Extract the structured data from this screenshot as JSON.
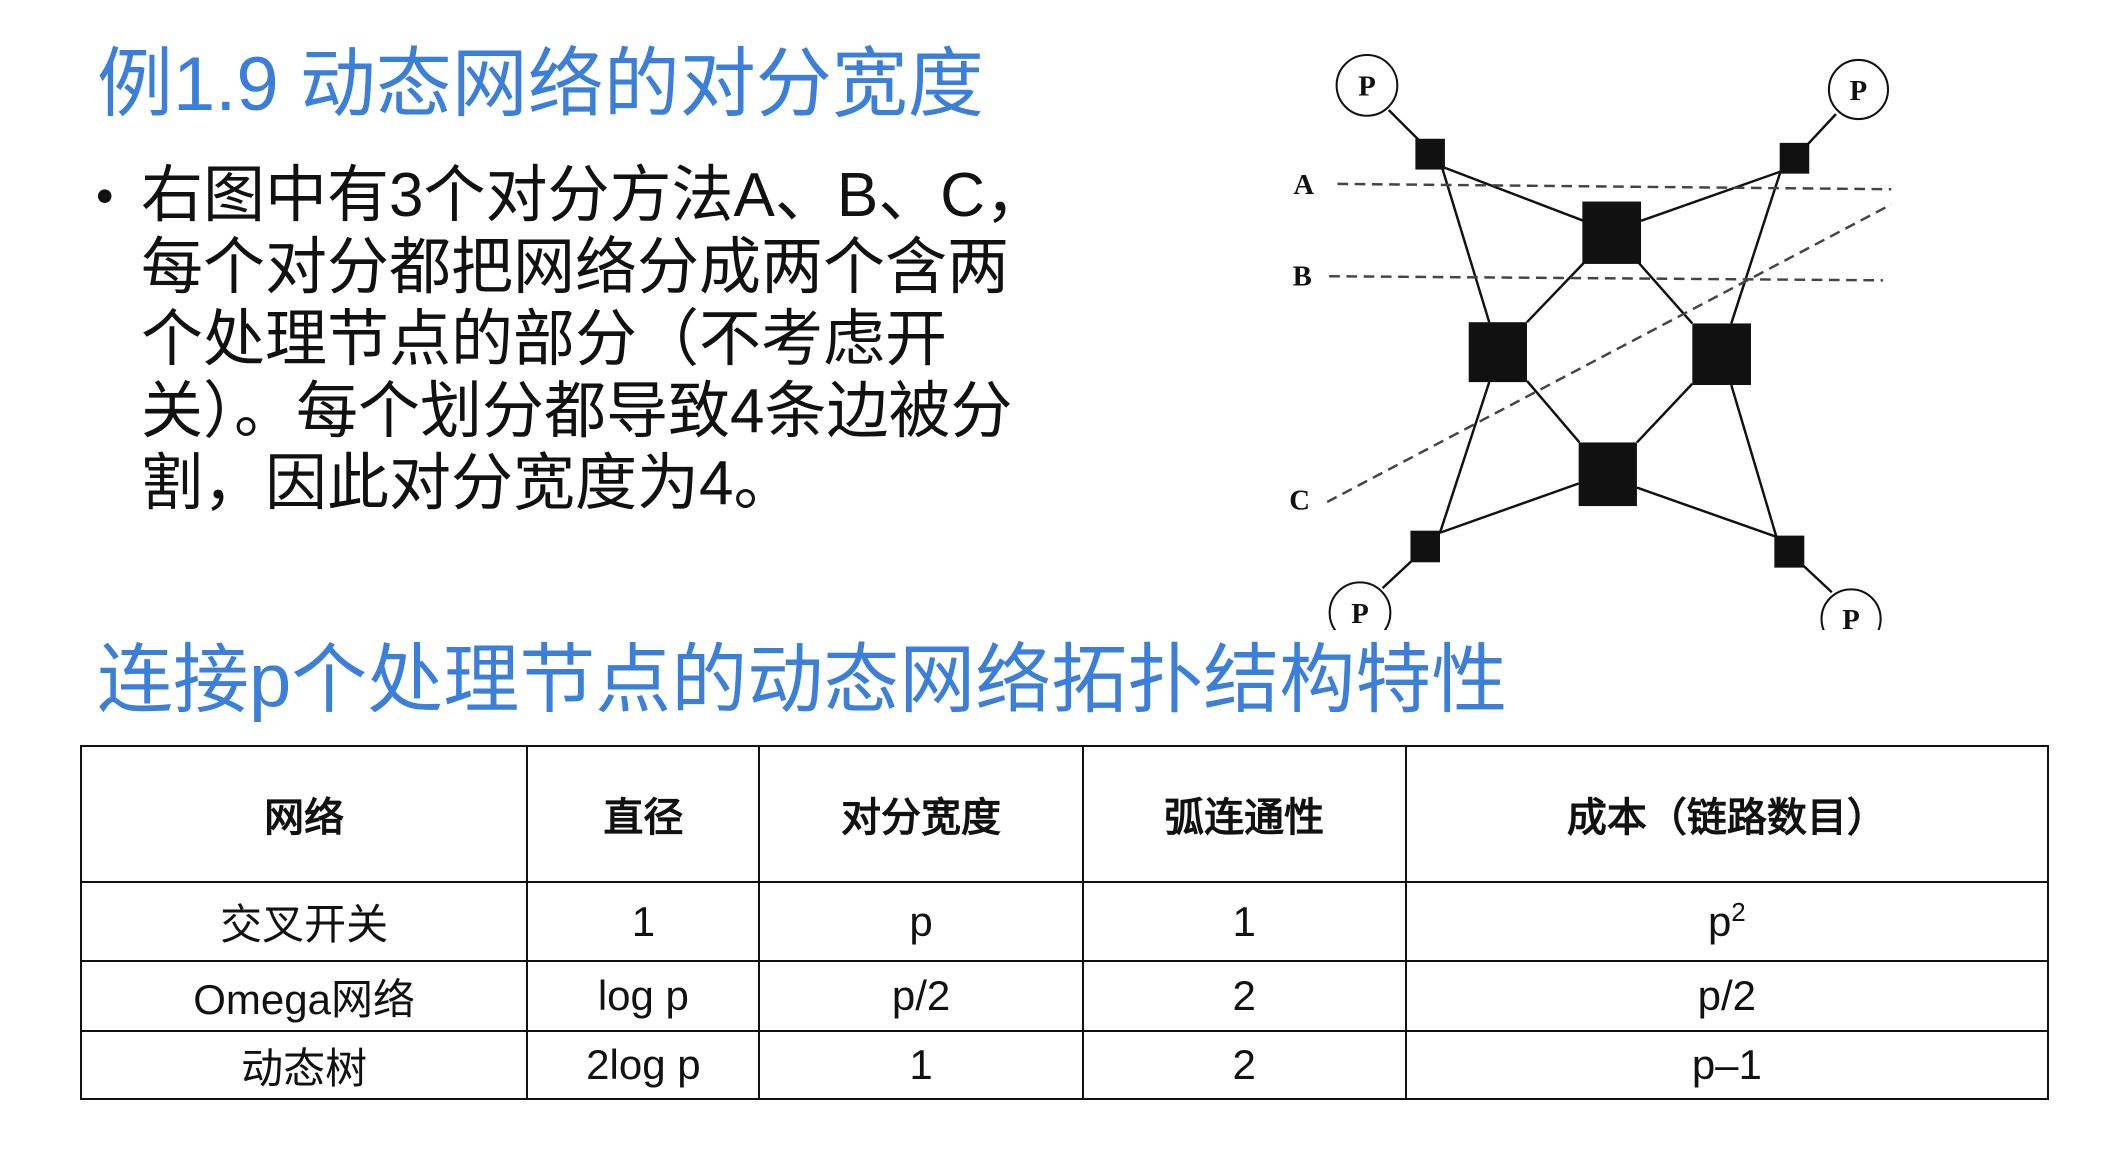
{
  "title": "例1.9 动态网络的对分宽度",
  "bullet": {
    "marker": "•",
    "lines": [
      "右图中有3个对分方法A、B、C，",
      "每个对分都把网络分成两个含两",
      "个处理节点的部分（不考虑开",
      "关）。每个划分都导致4条边被分",
      "割，因此对分宽度为4。"
    ]
  },
  "diagram": {
    "node_label": "P",
    "cut_labels": [
      "A",
      "B",
      "C"
    ]
  },
  "section_title": "连接p个处理节点的动态网络拓扑结构特性",
  "table": {
    "headers": [
      "网络",
      "直径",
      "对分宽度",
      "弧连通性",
      "成本（链路数目）"
    ],
    "rows": [
      {
        "network": "交叉开关",
        "diameter": "1",
        "bisection": "p",
        "arc": "1",
        "cost_base": "p",
        "cost_sup": "2"
      },
      {
        "network": "Omega网络",
        "diameter": "log p",
        "bisection": "p/2",
        "arc": "2",
        "cost_base": "p/2",
        "cost_sup": ""
      },
      {
        "network": "动态树",
        "diameter": "2log p",
        "bisection": "1",
        "arc": "2",
        "cost_base": "p–1",
        "cost_sup": ""
      }
    ]
  },
  "colors": {
    "heading": "#3b7fd8",
    "text": "#111111"
  }
}
